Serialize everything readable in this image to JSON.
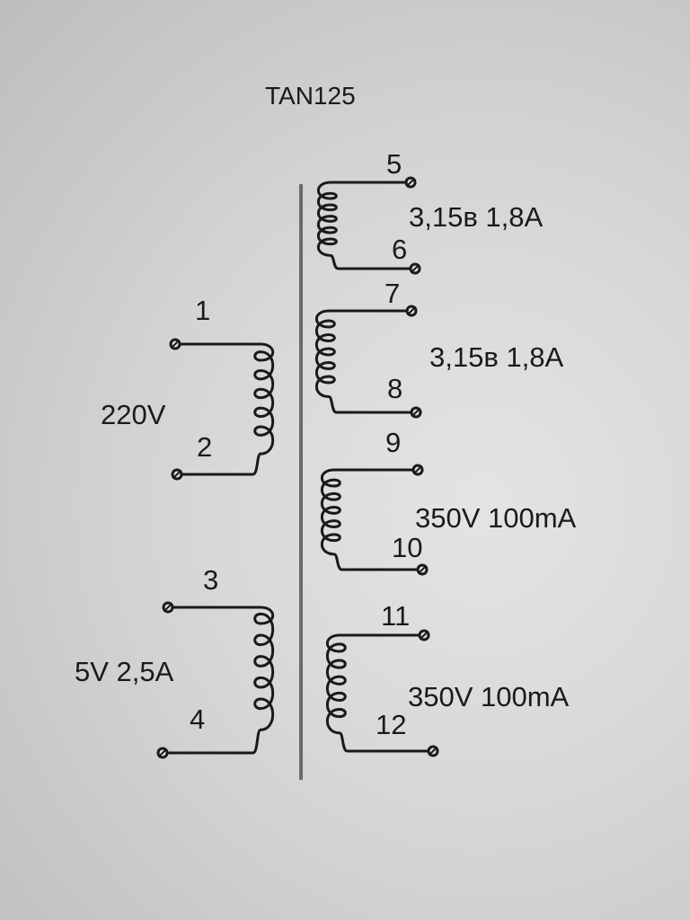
{
  "title": "TAN125",
  "primary": [
    {
      "rating": "220V",
      "terminals": [
        "1",
        "2"
      ]
    },
    {
      "rating": "5V 2,5A",
      "terminals": [
        "3",
        "4"
      ]
    }
  ],
  "secondary": [
    {
      "rating": "3,15в 1,8А",
      "terminals": [
        "5",
        "6"
      ]
    },
    {
      "rating": "3,15в 1,8А",
      "terminals": [
        "7",
        "8"
      ]
    },
    {
      "rating": "350V 100mA",
      "terminals": [
        "9",
        "10"
      ]
    },
    {
      "rating": "350V 100mA",
      "terminals": [
        "11",
        "12"
      ]
    }
  ]
}
